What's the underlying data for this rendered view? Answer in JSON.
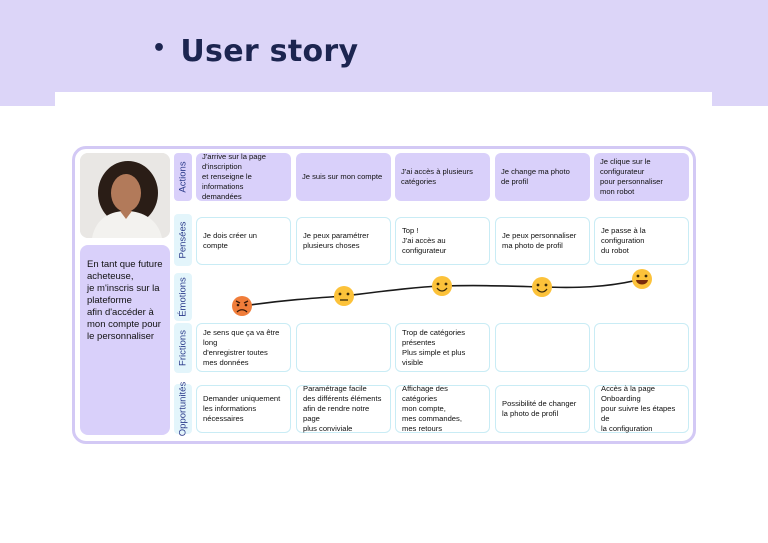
{
  "header": {
    "bullet": "•",
    "title": "User story"
  },
  "persona": {
    "text": "En tant que future\nacheteuse,\nje m'inscris sur la\nplateforme\nafin d'accéder à\nmon compte pour\nle personnaliser"
  },
  "row_labels": [
    "Actions",
    "Pensées",
    "Émotions",
    "Frictions",
    "Opportunités"
  ],
  "actions": [
    "J'arrive sur la page\nd'inscription\net renseigne le\ninformations demandées",
    "Je suis sur mon compte",
    "J'ai accès à plusieurs\ncatégories",
    "Je change ma photo\nde profil",
    "Je clique sur le\nconfigurateur\npour personnaliser\nmon robot"
  ],
  "pensees": [
    "Je dois créer un compte",
    "Je peux paramétrer\nplusieurs choses",
    "Top !\nJ'ai accès au configurateur",
    "Je peux personnaliser\nma photo de profil",
    "Je passe à la configuration\ndu robot"
  ],
  "emotions": {
    "levels": [
      "upset",
      "neutral",
      "happy",
      "happy",
      "very-happy"
    ],
    "colors": {
      "upset": "#f07d3a",
      "neutral": "#fcc23a",
      "happy": "#fcc23a",
      "very-happy": "#fcc23a",
      "line": "#1a1a1a"
    }
  },
  "frictions": [
    "Je sens que ça va être long\nd'enregistrer toutes\nmes données",
    "",
    "Trop de catégories\nprésentes\nPlus simple et plus visible",
    "",
    ""
  ],
  "opportunites": [
    "Demander uniquement\nles informations\nnécessaires",
    "Paramétrage facile\ndes différents éléments\nafin de rendre notre page\nplus conviviale",
    "Affichage des catégories\nmon compte,\nmes commandes,\nmes retours",
    "Possibilité de changer\nla photo de profil",
    "Accès à la page\nOnboarding\npour suivre les étapes de\nla configuration"
  ]
}
